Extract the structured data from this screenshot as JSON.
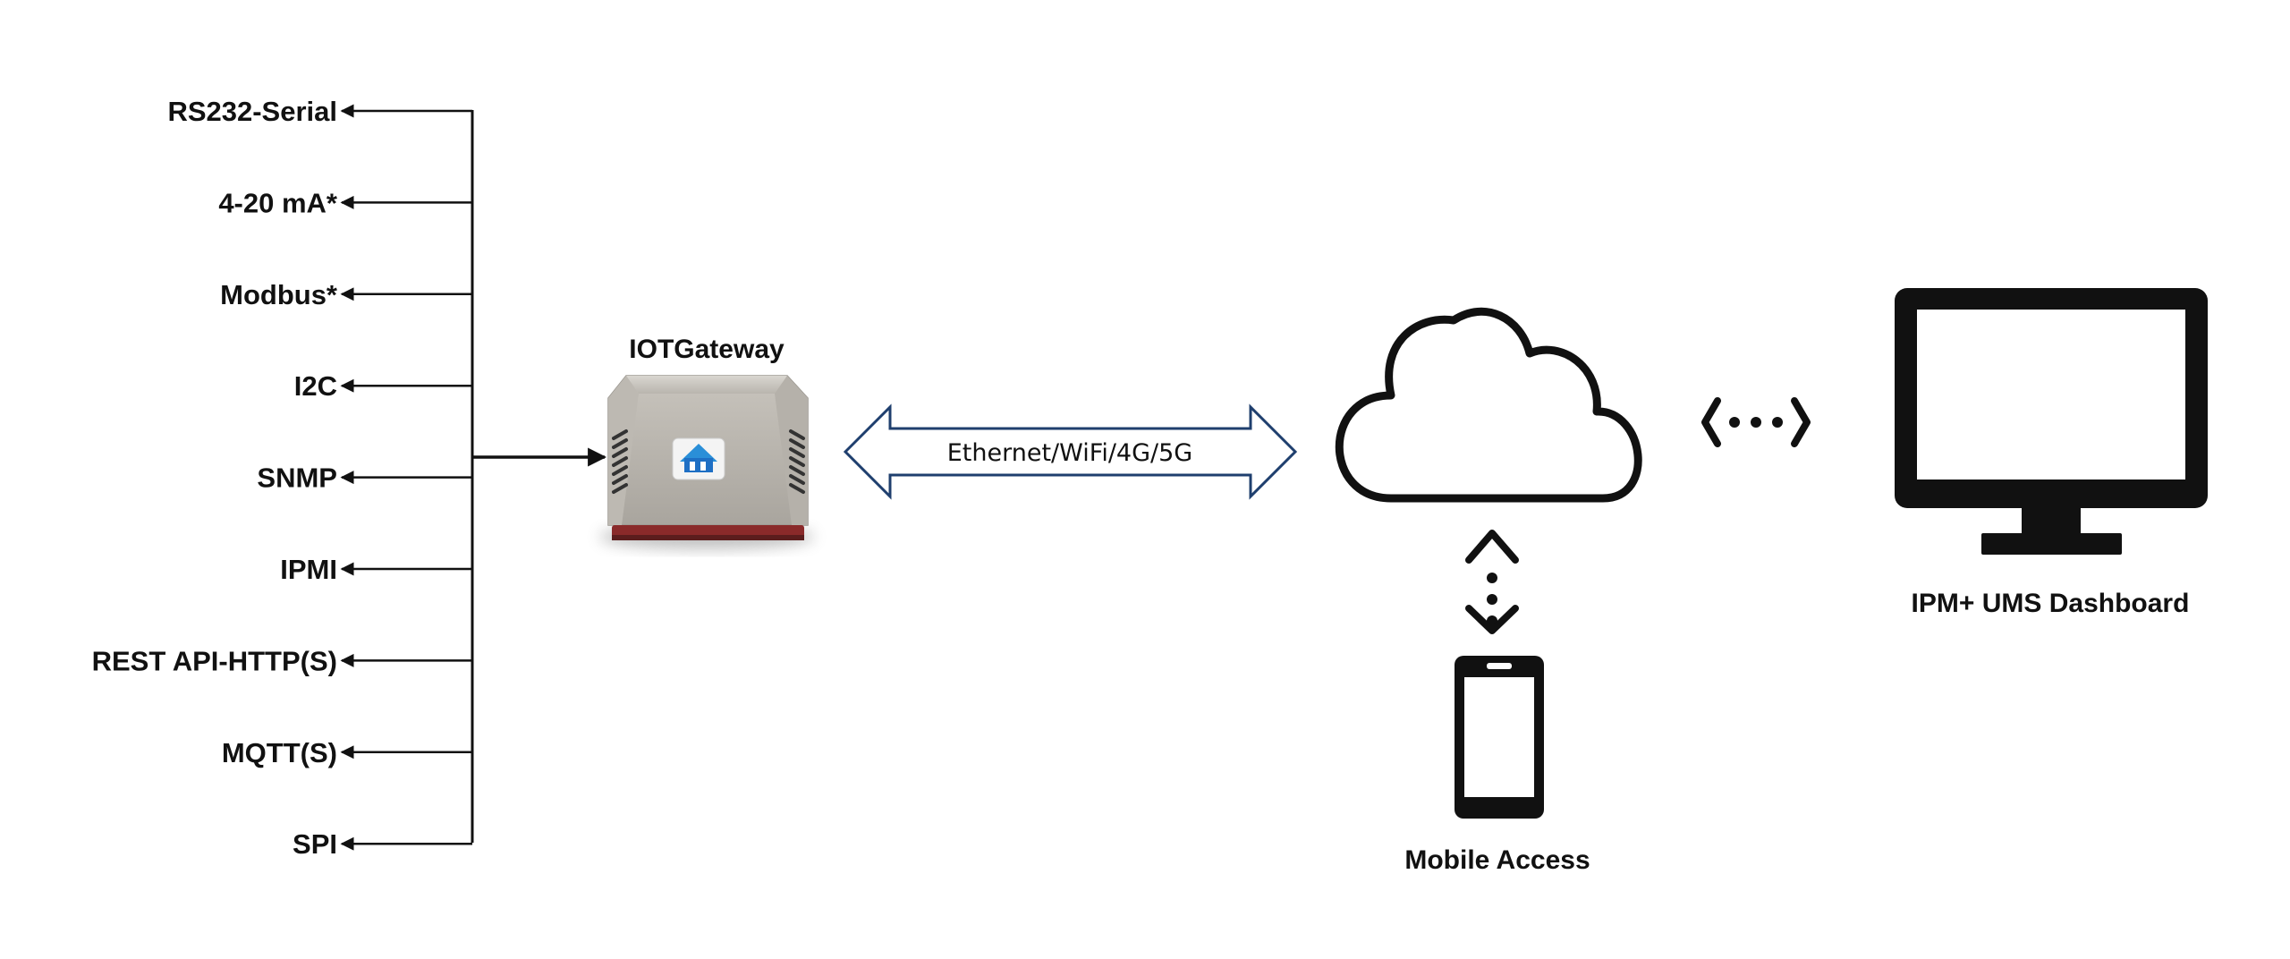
{
  "protocols": [
    {
      "label": "RS232-Serial"
    },
    {
      "label": "4-20 mA*"
    },
    {
      "label": "Modbus*"
    },
    {
      "label": "I2C"
    },
    {
      "label": "SNMP"
    },
    {
      "label": "IPMI"
    },
    {
      "label": "REST API-HTTP(S)"
    },
    {
      "label": "MQTT(S)"
    },
    {
      "label": "SPI"
    }
  ],
  "gateway": {
    "title": "IOTGateway",
    "icon": "iot-gateway-device-icon"
  },
  "link": {
    "label": "Ethernet/WiFi/4G/5G"
  },
  "cloud": {
    "icon": "cloud-icon"
  },
  "mobile": {
    "label": "Mobile Access",
    "icon": "smartphone-icon"
  },
  "dashboard": {
    "label": "IPM+ UMS Dashboard",
    "icon": "monitor-icon"
  }
}
